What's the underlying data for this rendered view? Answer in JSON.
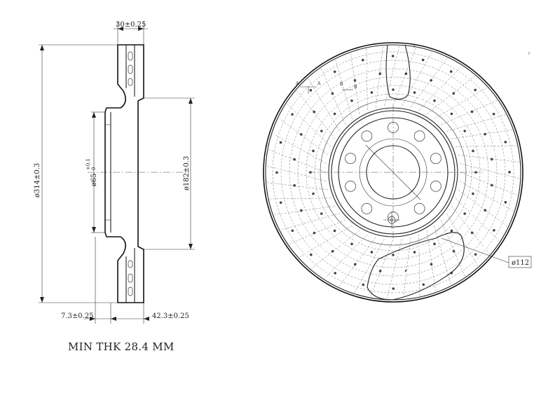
{
  "side_view": {
    "thickness_dim": "30±0.25",
    "outer_dia_dim": "ø314±0.3",
    "hub_dia_dim": "ø182±0.3",
    "bore_dim_main": "ø65",
    "bore_dim_tol_upper": "+0.1",
    "bore_dim_tol_lower": "0",
    "hat_offset_dim": "7.3±0.25",
    "overall_height_dim": "42.3±0.25"
  },
  "front_view": {
    "pcd_dim": "ø112",
    "section_marks": [
      "A",
      "A",
      "B",
      "B"
    ]
  },
  "note": "MIN THK 28.4 MM"
}
